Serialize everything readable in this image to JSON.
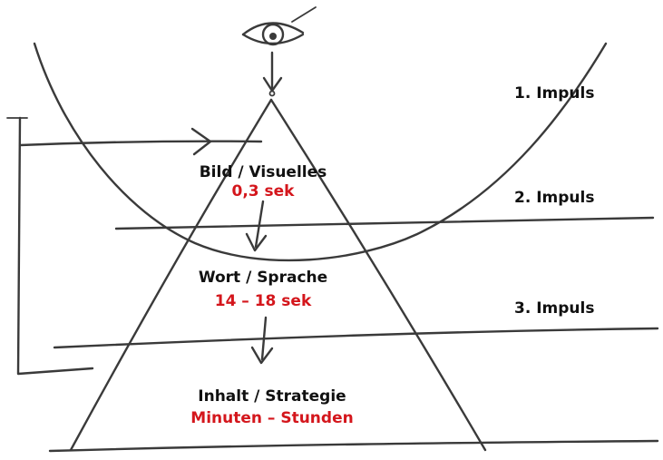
{
  "stages": [
    {
      "title": "Bild / Visuelles",
      "time": "0,3 sek"
    },
    {
      "title": "Wort / Sprache",
      "time": "14 – 18 sek"
    },
    {
      "title": "Inhalt / Strategie",
      "time": "Minuten – Stunden"
    }
  ],
  "impulses": [
    {
      "label": "1. Impuls"
    },
    {
      "label": "2. Impuls"
    },
    {
      "label": "3. Impuls"
    }
  ],
  "colors": {
    "time_text": "#d4161c",
    "label_text": "#111111",
    "pencil": "#3a3a3a"
  },
  "icons": {
    "viewer": "eye-icon"
  }
}
